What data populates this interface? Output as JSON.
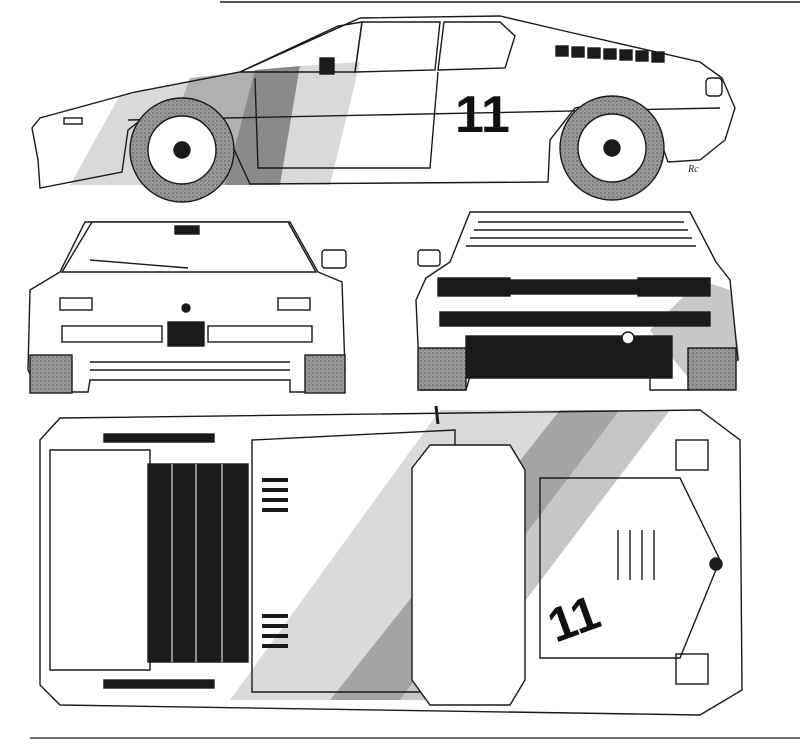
{
  "drawing": {
    "race_number": "11",
    "artist_initials": "Rc",
    "views": [
      "side",
      "front",
      "rear",
      "top"
    ]
  },
  "colors": {
    "ink": "#1a1a1a",
    "stripe_light": "#d6d6d6",
    "stripe_mid": "#a9a9a9",
    "stripe_dark": "#6e6e6e",
    "tire": "#8a8a8a",
    "paper": "#ffffff"
  }
}
